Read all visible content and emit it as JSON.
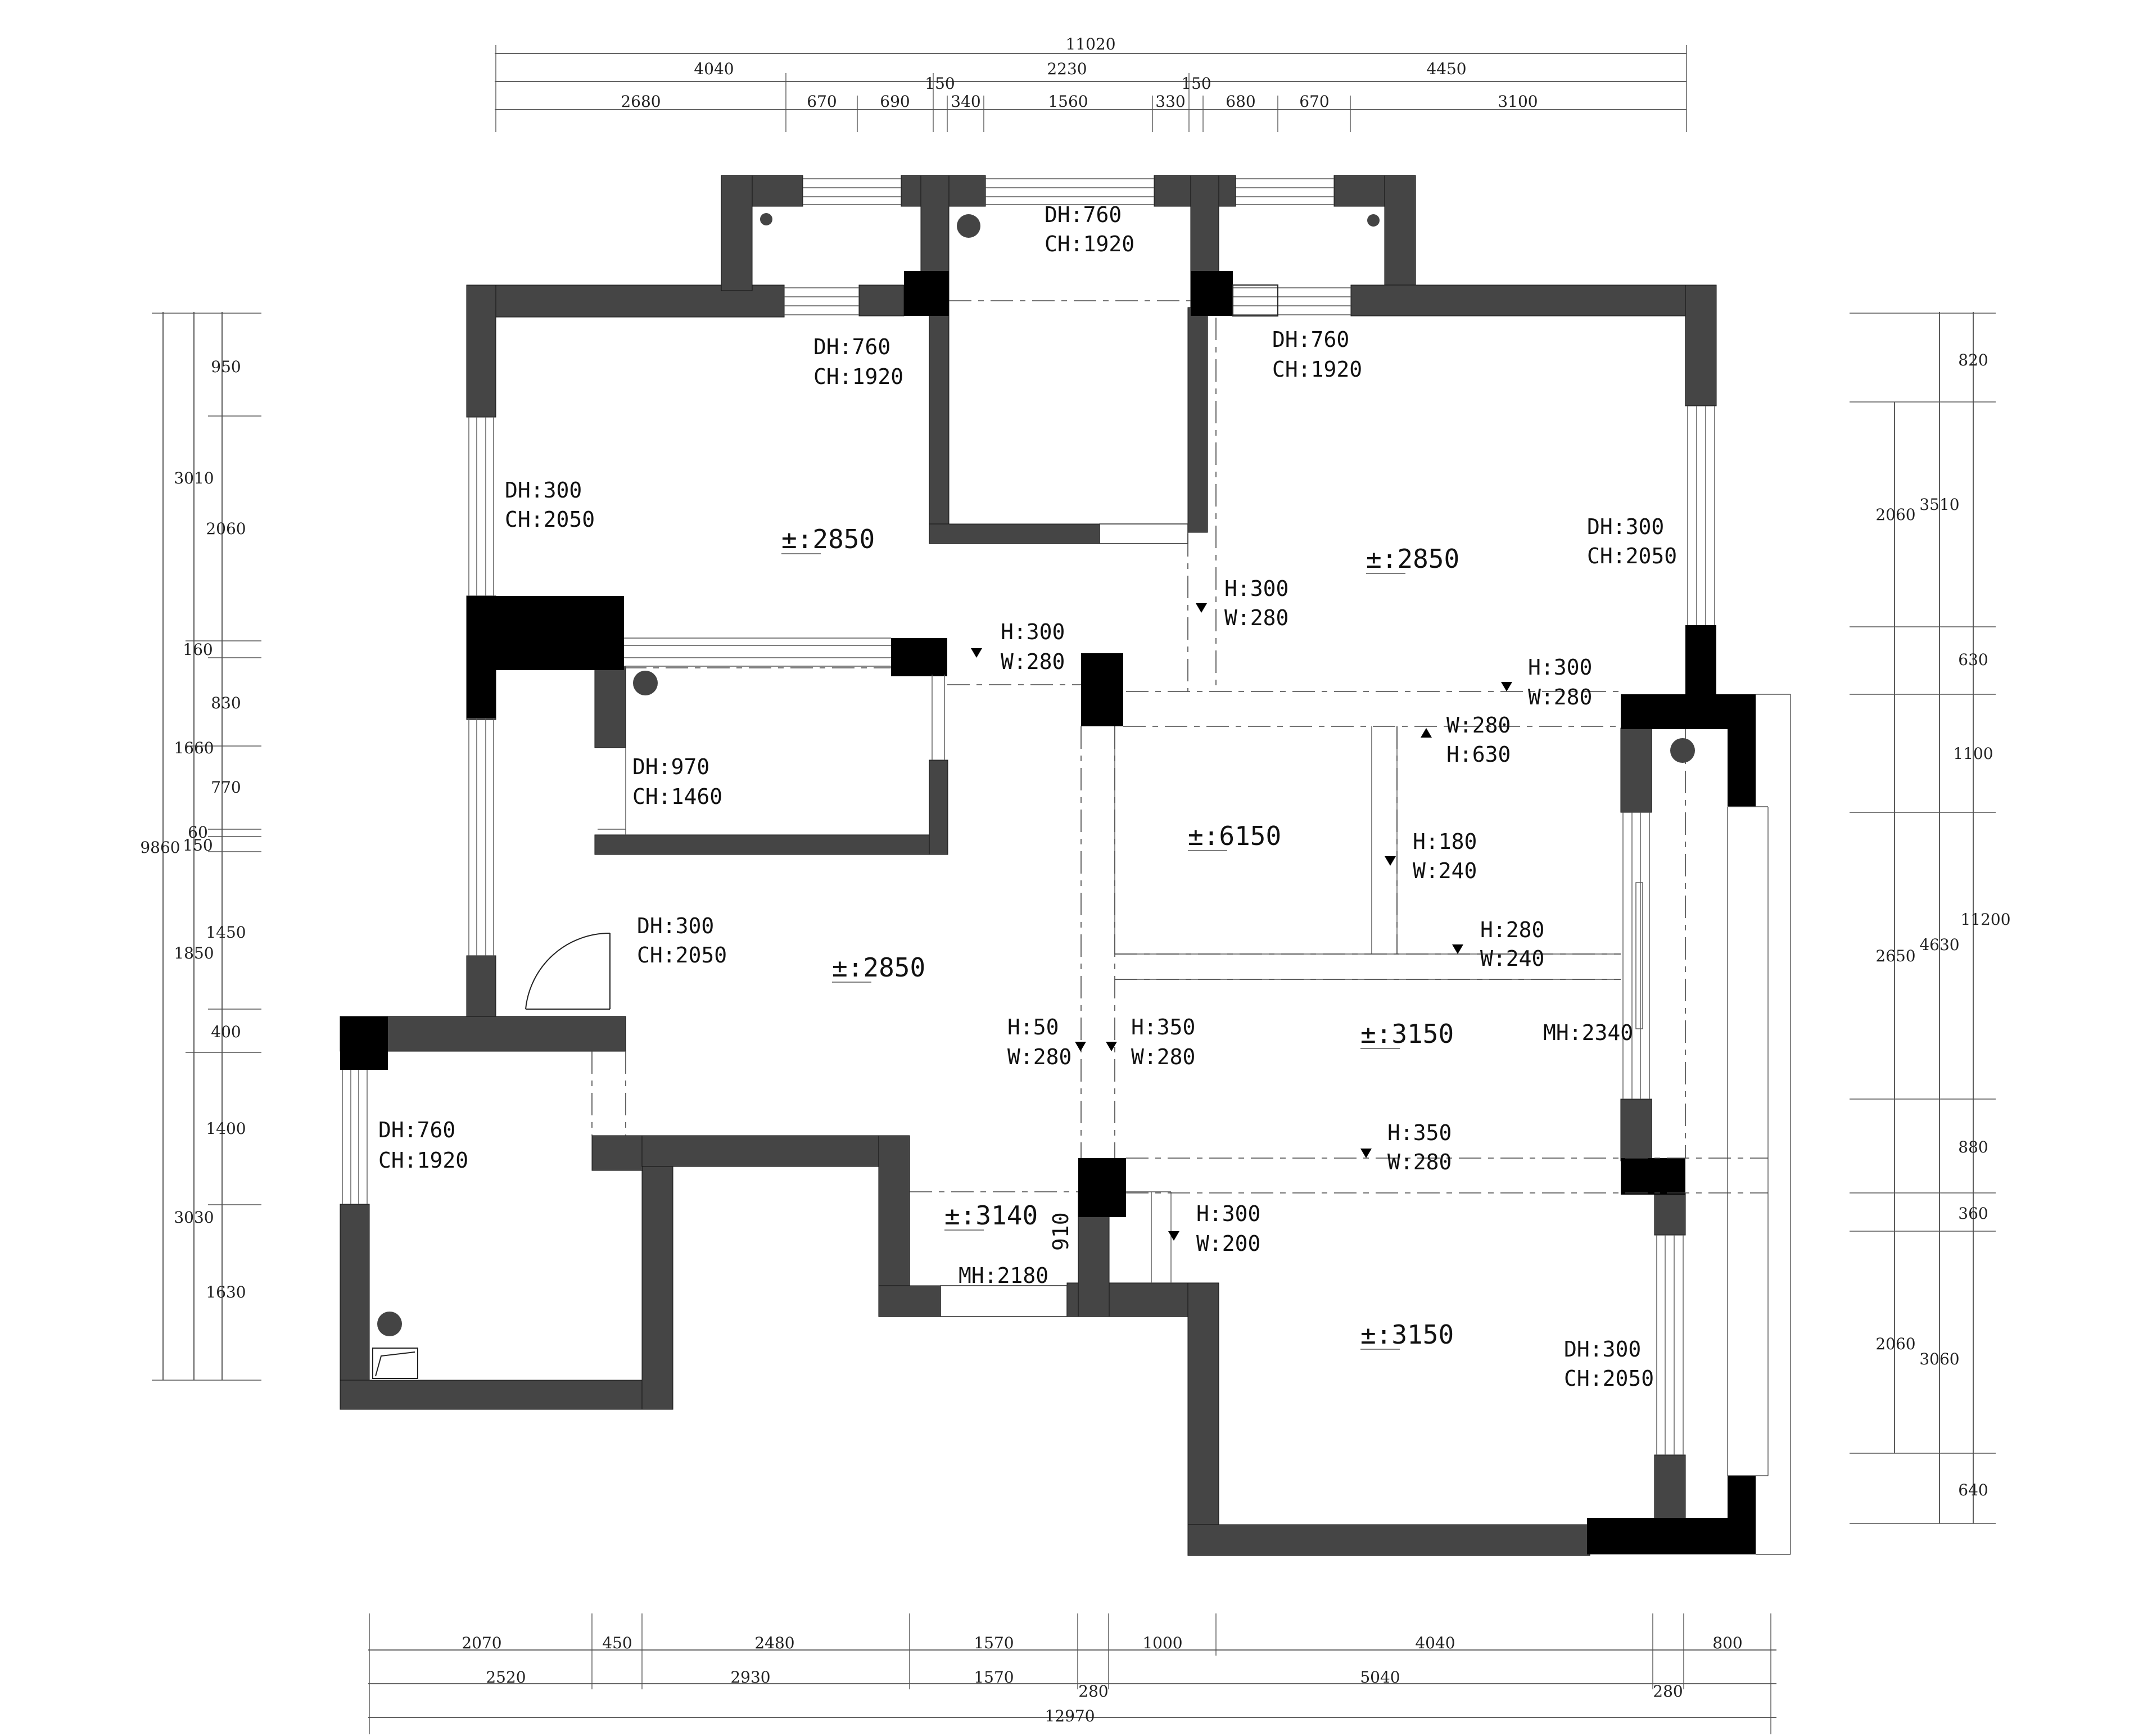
{
  "colors": {
    "wall": "#454545",
    "column": "#000000",
    "line": "#333333"
  },
  "dims": {
    "top_total": "11020",
    "top_l2": [
      "4040",
      "150",
      "2230",
      "150",
      "4450"
    ],
    "top_l3": [
      "2680",
      "670",
      "690",
      "340",
      "1560",
      "330",
      "680",
      "670",
      "3100"
    ],
    "left_outer": [
      "9860"
    ],
    "left_mid": [
      "3010",
      "1660",
      "1850",
      "3030"
    ],
    "left_inner": [
      "950",
      "2060",
      "160",
      "830",
      "770",
      "60",
      "150",
      "1450",
      "400",
      "1400",
      "1630"
    ],
    "right_inner": [
      "2060",
      "2650",
      "2060"
    ],
    "right_mid": [
      "820",
      "3510",
      "630",
      "1100",
      "4630",
      "880",
      "360",
      "3060",
      "640"
    ],
    "right_outer": [
      "11200"
    ],
    "bottom_l1": [
      "2070",
      "450",
      "2480",
      "1570",
      "1000",
      "4040",
      "800"
    ],
    "bottom_l2": [
      "2520",
      "2930",
      "1570",
      "280",
      "5040",
      "280"
    ],
    "bottom_total": "12970"
  },
  "notes": {
    "dh760_a": "DH:760",
    "ch1920_a": "CH:1920",
    "dh760_b": "DH:760",
    "ch1920_b": "CH:1920",
    "dh760_c": "DH:760",
    "ch1920_c": "CH:1920",
    "dh300_a": "DH:300",
    "ch2050_a": "CH:2050",
    "dh300_b": "DH:300",
    "ch2050_b": "CH:2050",
    "dh300_c": "DH:300",
    "ch2050_c": "CH:2050",
    "dh300_d": "DH:300",
    "ch2050_d": "CH:2050",
    "dh970": "DH:970",
    "ch1460": "CH:1460",
    "dh760_d": "DH:760",
    "ch1920_d": "CH:1920",
    "beam1_h": "H:300",
    "beam1_w": "W:280",
    "beam2_h": "H:300",
    "beam2_w": "W:280",
    "beam3_h": "H:300",
    "beam3_w": "W:280",
    "beam4_w": "W:280",
    "beam4_h": "H:630",
    "beam5_h": "H:180",
    "beam5_w": "W:240",
    "beam6_h": "H:280",
    "beam6_w": "W:240",
    "beam7_h": "H:50",
    "beam7_w": "W:280",
    "beam8_h": "H:350",
    "beam8_w": "W:280",
    "beam9_h": "H:350",
    "beam9_w": "W:280",
    "beam10_h": "H:300",
    "beam10_w": "W:200",
    "mh2340": "MH:2340",
    "mh2180": "MH:2180",
    "n910": "910"
  },
  "rooms": {
    "r1": "±:2850",
    "r2": "±:2850",
    "r3": "±:2850",
    "r4": "±:6150",
    "r5": "±:3150",
    "r6": "±:3150",
    "r7": "±:3140"
  }
}
